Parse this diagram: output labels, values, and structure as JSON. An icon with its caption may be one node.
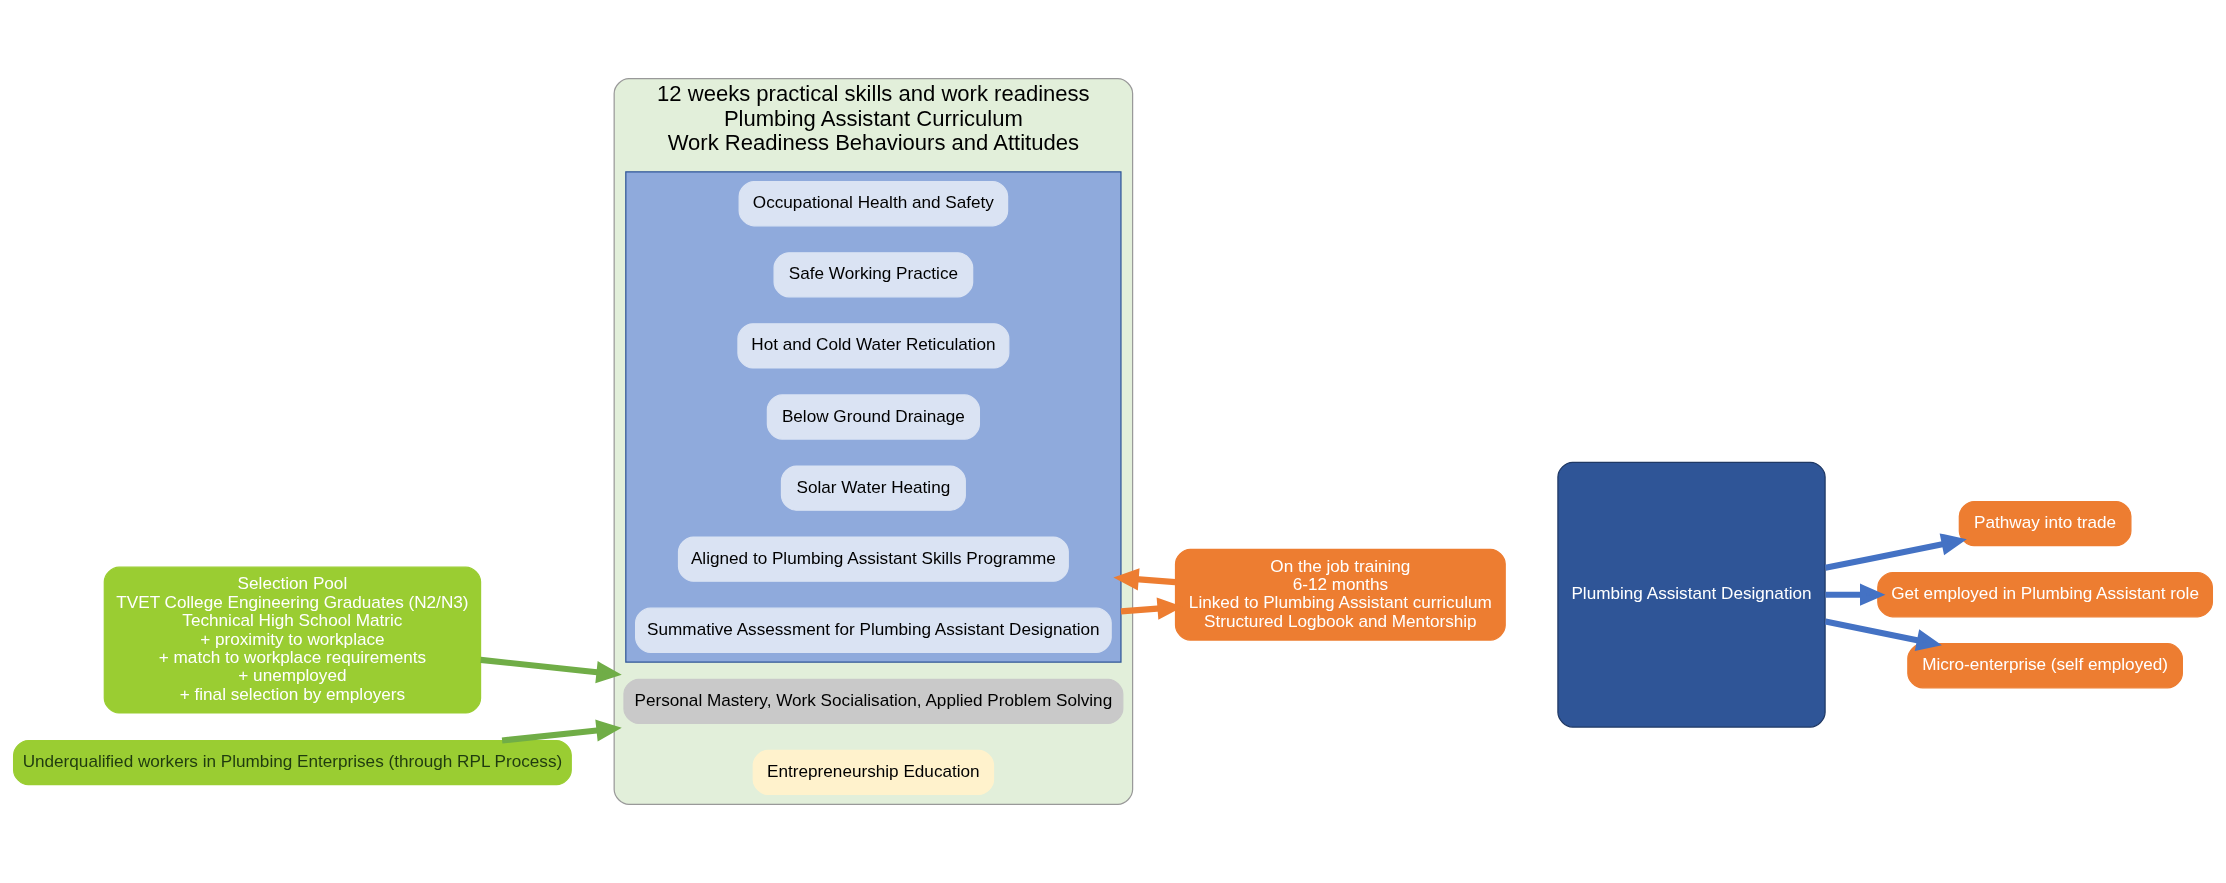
{
  "diagram": {
    "nodes": [
      {
        "text": [
          "Selection Pool",
          "TVET College Engineering Graduates (N2/N3)",
          "Technical High School Matric",
          "+ proximity to workplace",
          "+ match to workplace requirements",
          "+ unemployed",
          "+ final selection by employers"
        ]
      },
      {
        "text": [
          "Underqualified workers in Plumbing Enterprises (through RPL Process)"
        ]
      },
      {
        "text": [
          "12 weeks practical skills and work readiness",
          "Plumbing Assistant Curriculum",
          "Work Readiness Behaviours and Attitudes"
        ]
      },
      {
        "text": [],
        "shape": "box",
        "in": 2
      },
      {
        "text": [
          "Occupational Health and Safety"
        ],
        "in": 3
      },
      {
        "text": [
          "Safe Working Practice"
        ],
        "in": 3
      },
      {
        "text": [
          "Hot and Cold Water Reticulation"
        ],
        "in": 3
      },
      {
        "text": [
          "Below Ground Drainage"
        ],
        "in": 3
      },
      {
        "text": [
          "Solar Water Heating"
        ],
        "in": 3
      },
      {
        "text": [
          "Aligned to Plumbing Assistant Skills Programme"
        ],
        "in": 3
      },
      {
        "text": [
          "Summative Assessment for Plumbing Assistant Designation"
        ],
        "in": 3
      },
      {
        "text": [
          "Personal Mastery, Work Socialisation, Applied Problem Solving"
        ],
        "in": 2
      },
      {
        "text": [
          "Entrepreneurship Education"
        ],
        "in": 2
      },
      {
        "text": [
          "On the job training",
          "6-12 months",
          "Linked to Plumbing Assistant curriculum",
          "Structured Logbook and Mentorship"
        ]
      },
      {
        "text": [
          "Plumbing Assistant Designation"
        ]
      },
      {
        "text": [
          "Pathway into trade"
        ]
      },
      {
        "text": [
          "Get employed in Plumbing Assistant role"
        ]
      },
      {
        "text": [
          "Micro-enterprise (self employed)"
        ]
      }
    ],
    "edges": [
      {
        "from": 0,
        "to": 2,
        "arrow": "to",
        "color": "#70ad47"
      },
      {
        "from": 1,
        "to": 2,
        "arrow": "to",
        "color": "#70ad47"
      },
      {
        "from": 13,
        "to": 3,
        "arrow": "to",
        "color": "#ed7d31"
      },
      {
        "from": 3,
        "to": 13,
        "arrow": "to",
        "color": "#ed7d31"
      },
      {
        "from": 14,
        "to": 15,
        "arrow": "to",
        "color": "#4472c4"
      },
      {
        "from": 14,
        "to": 16,
        "arrow": "to",
        "color": "#4472c4"
      },
      {
        "from": 14,
        "to": 17,
        "arrow": "to",
        "color": "#4472c4"
      }
    ]
  }
}
